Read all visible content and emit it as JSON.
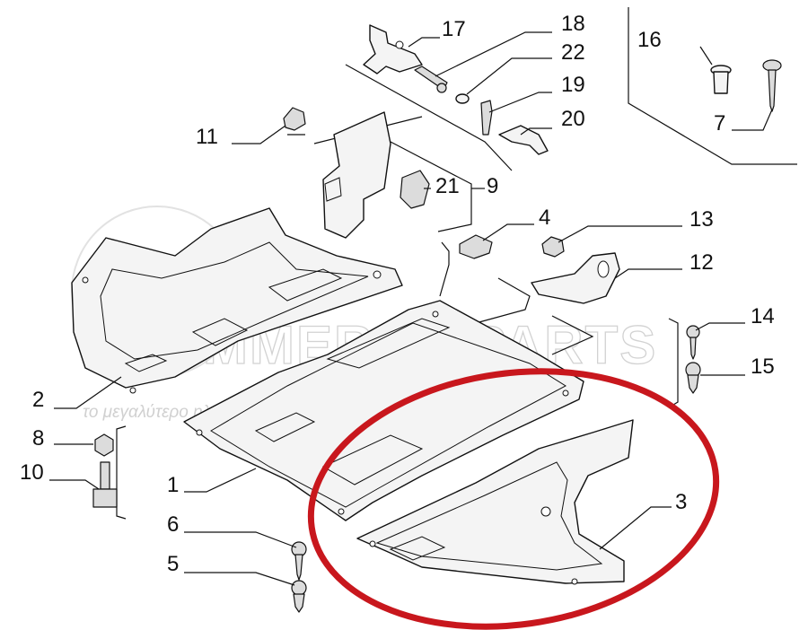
{
  "watermark": {
    "logo_text": "ECOMMERCE PARTS",
    "tagline": "το μεγαλύτερο ηλεκτρονικό κατάστημα ανταλλακτικών"
  },
  "callouts": {
    "c1": "1",
    "c2": "2",
    "c3": "3",
    "c4": "4",
    "c5": "5",
    "c6": "6",
    "c7": "7",
    "c8": "8",
    "c9": "9",
    "c10": "10",
    "c11": "11",
    "c12": "12",
    "c13": "13",
    "c14": "14",
    "c15": "15",
    "c16": "16",
    "c17": "17",
    "c18": "18",
    "c19": "19",
    "c20": "20",
    "c21": "21",
    "c22": "22"
  },
  "colors": {
    "line": "#111111",
    "highlight_ellipse": "#c8171d",
    "watermark": "#d2d2d2"
  }
}
